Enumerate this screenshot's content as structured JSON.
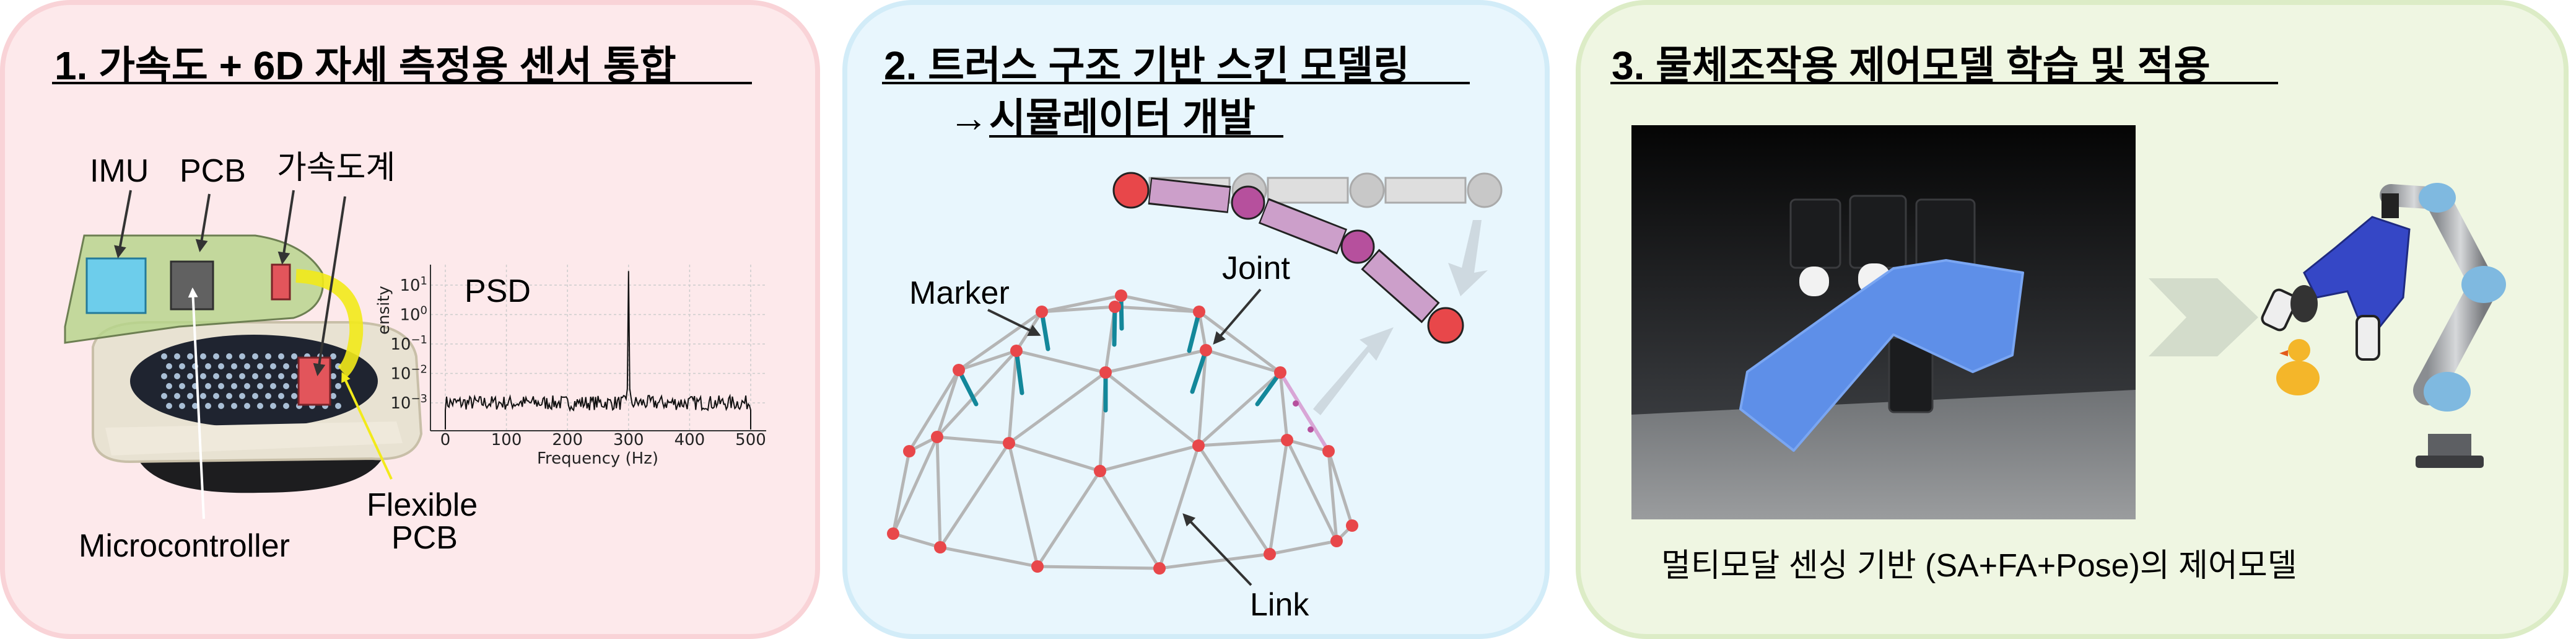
{
  "panel1": {
    "title": "1. 가속도 + 6D 자세 측정용 센서 통합",
    "labels": {
      "imu": "IMU",
      "pcb": "PCB",
      "accelerometer": "가속도계",
      "microcontroller": "Microcontroller",
      "flexible": "Flexible",
      "flexible_pcb": "PCB"
    },
    "psd_plot": {
      "label": "PSD",
      "xlabel": "Frequency (Hz)",
      "ylabel_visible": "ensity",
      "xticks": [
        "0",
        "100",
        "200",
        "300",
        "400",
        "500"
      ],
      "xlim": [
        0,
        500
      ],
      "yscale": "log",
      "yticks": [
        {
          "base": "10",
          "exp": "1"
        },
        {
          "base": "10",
          "exp": "0"
        },
        {
          "base": "10",
          "exp": "−1"
        },
        {
          "base": "10",
          "exp": "−2"
        },
        {
          "base": "10",
          "exp": "−3"
        }
      ],
      "noise_floor": 0.001,
      "peak_hz": 300,
      "peak_value": 30
    }
  },
  "panel2": {
    "title_line1": "2. 트러스 구조 기반 스킨 모델링",
    "title_arrow": "→",
    "title_line2": "시뮬레이터 개발",
    "labels": {
      "marker": "Marker",
      "joint": "Joint",
      "link": "Link"
    }
  },
  "panel3": {
    "title": "3. 물체조작용 제어모델 학습 및 적용",
    "caption": "멀티모달 센싱 기반 (SA+FA+Pose)의 제어모델"
  },
  "colors": {
    "panel1_bg": "#fde9eb",
    "panel2_bg": "#e8f6fd",
    "panel3_bg": "#eff6e2",
    "joint_red": "#e8474a",
    "marker_teal": "#13879a",
    "link_gray": "#b5b5b5",
    "segment_purple": "#cc9fca"
  }
}
